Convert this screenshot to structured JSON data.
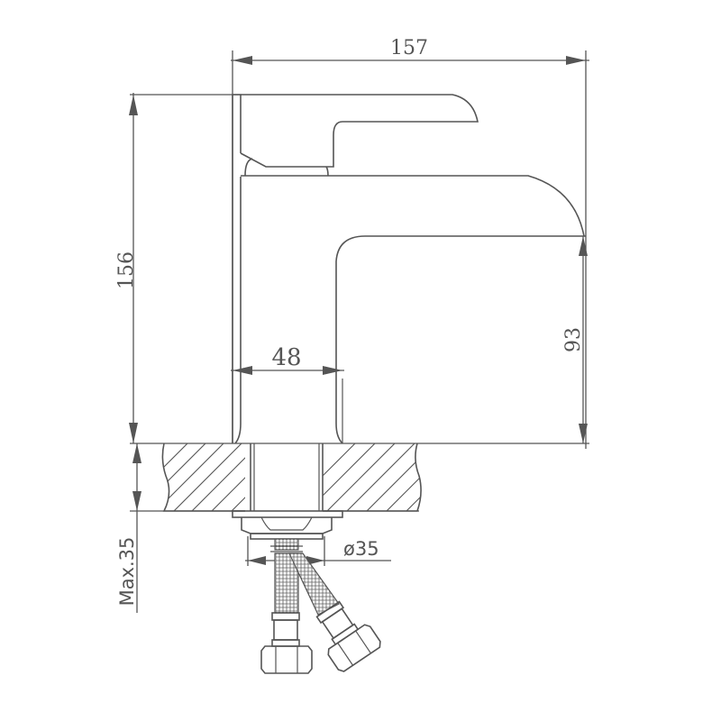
{
  "drawing": {
    "subject": "Single-lever basin mixer faucet - technical side view",
    "line_color": "#555555",
    "background": "#ffffff"
  },
  "dimensions": {
    "overall_length": "157",
    "overall_height": "156",
    "body_width": "48",
    "spout_height": "93",
    "mounting_hole": "ø35",
    "max_counter_thickness": "Max.35"
  }
}
